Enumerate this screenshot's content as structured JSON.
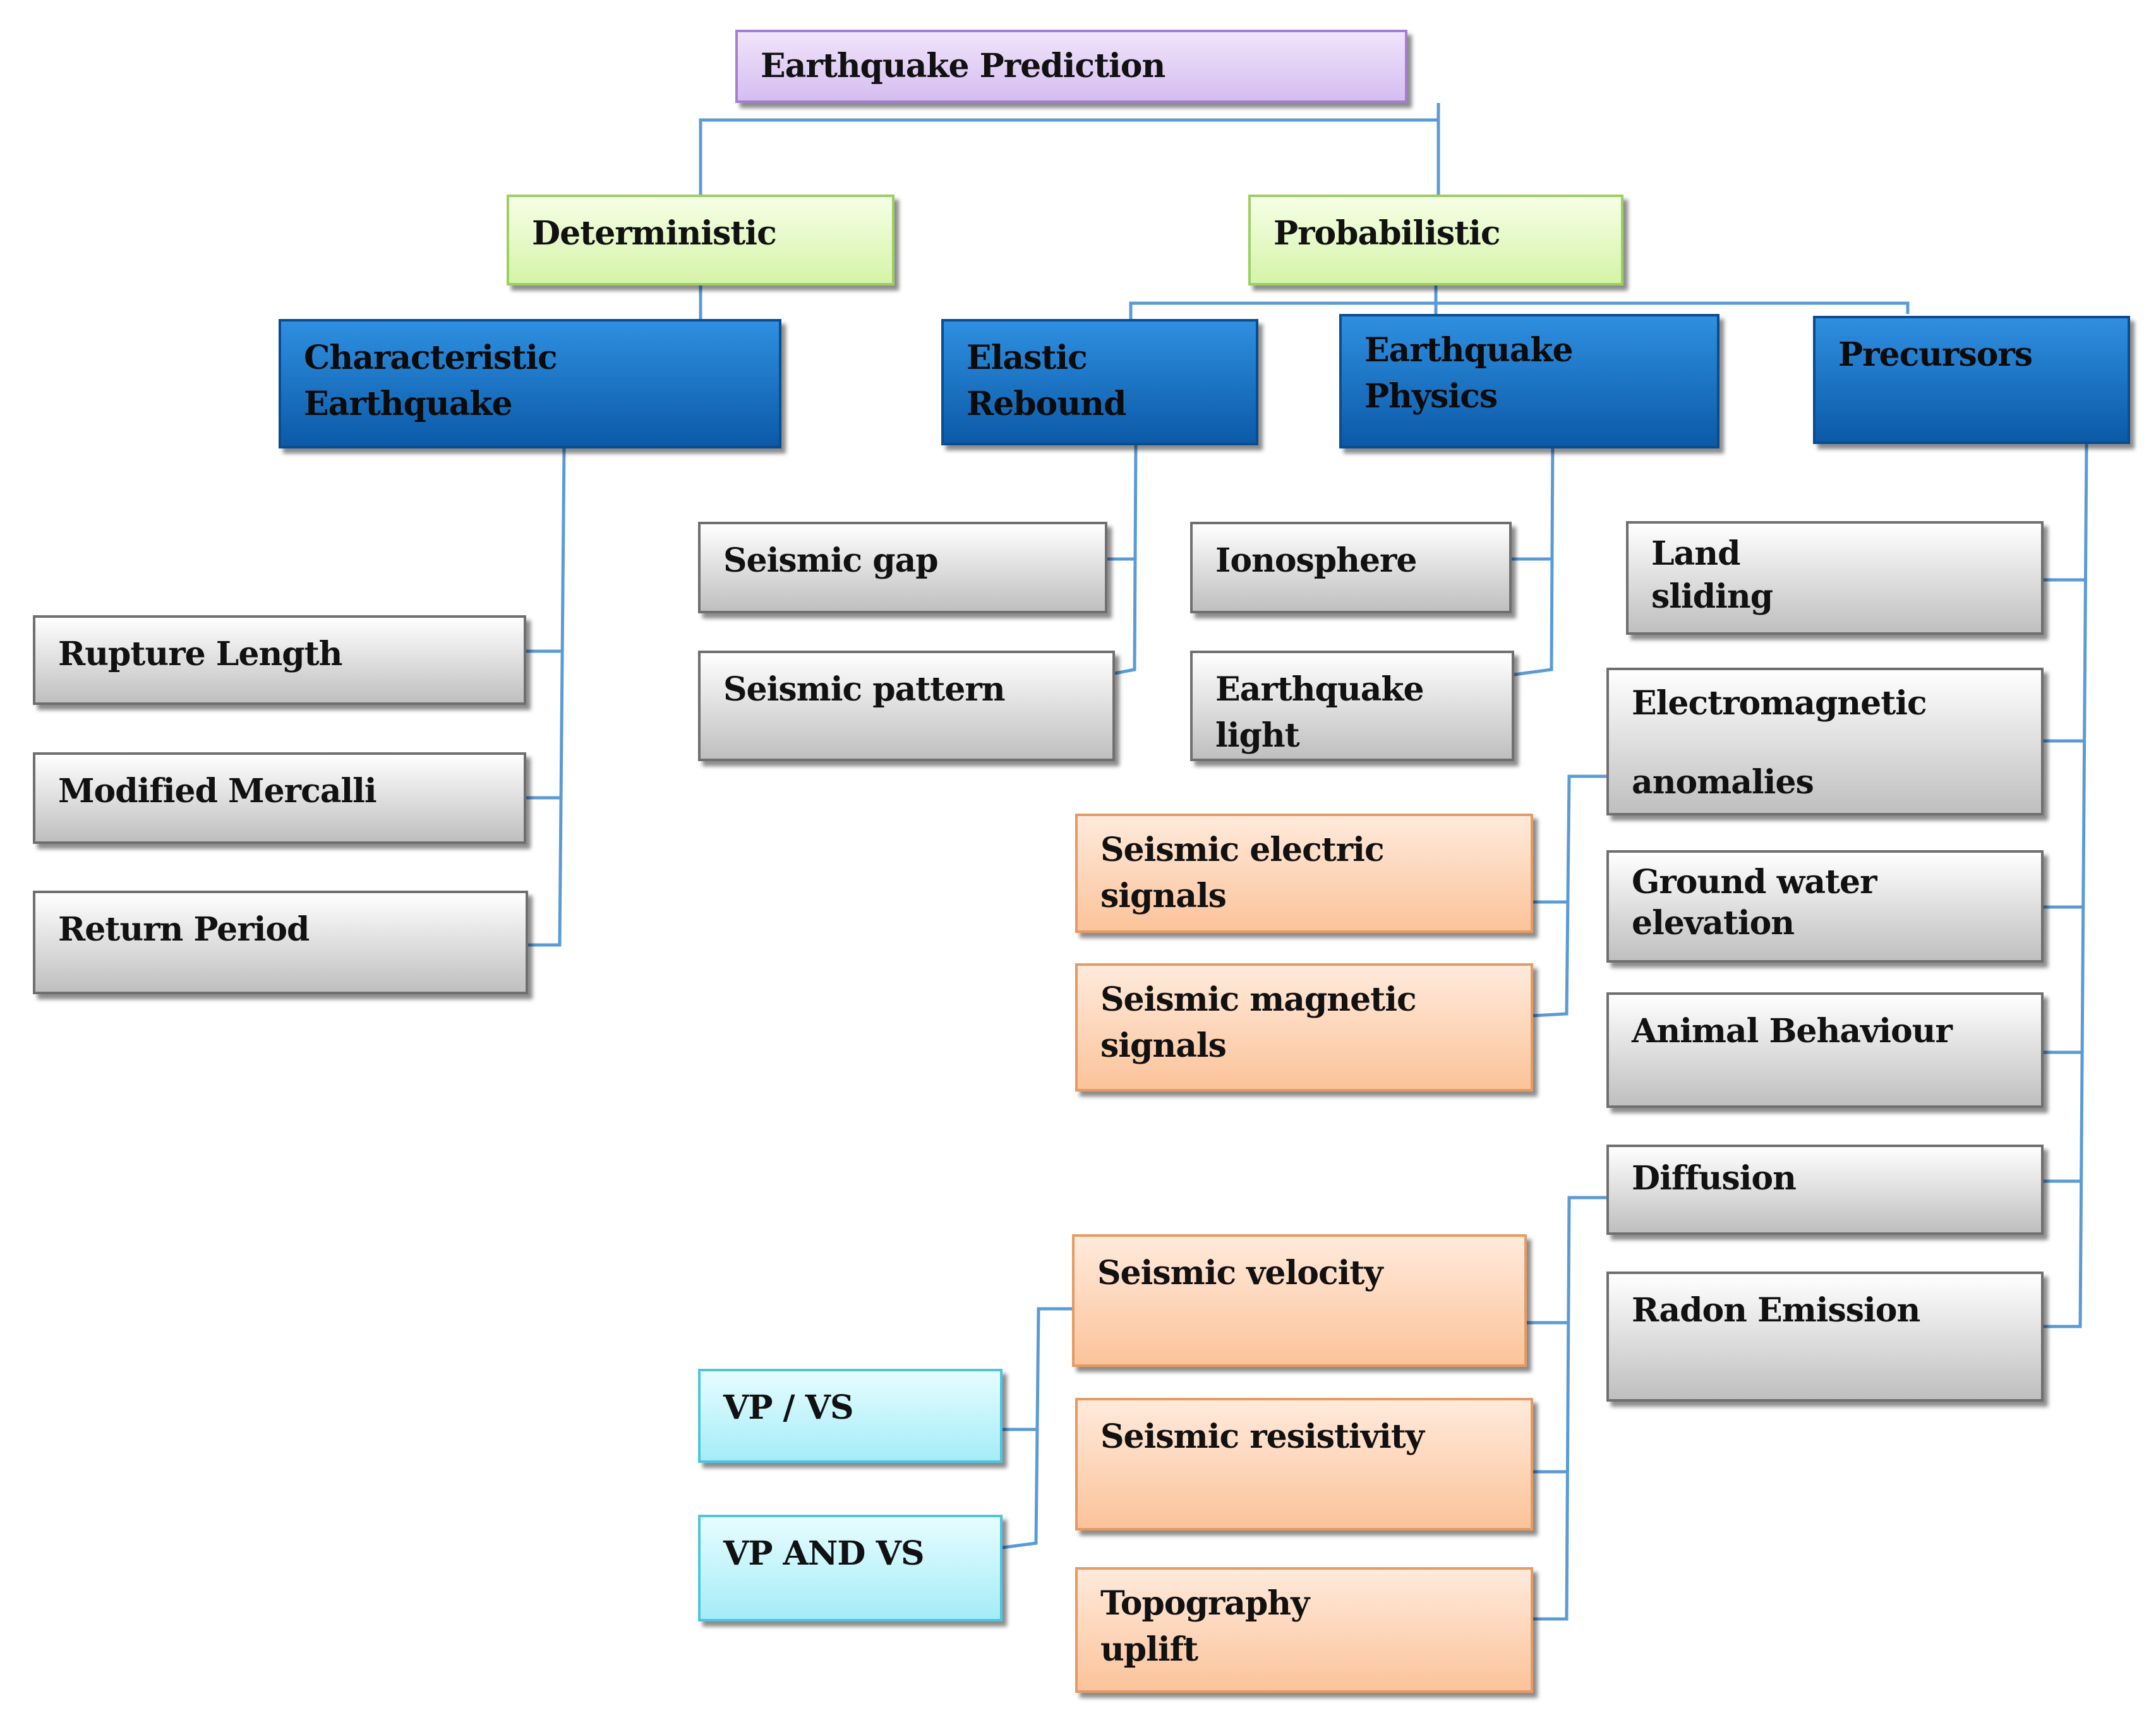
{
  "title": "Earthquake Prediction",
  "approaches": {
    "deterministic": "Deterministic",
    "probabilistic": "Probabilistic"
  },
  "methods": {
    "characteristic": "Characteristic\nEarthquake",
    "elastic": "Elastic\nRebound",
    "physics": "Earthquake\nPhysics",
    "precursors": "Precursors"
  },
  "deterministic_items": [
    "Rupture Length",
    "Modified Mercalli",
    "Return Period"
  ],
  "elastic_items": [
    "Seismic gap",
    "Seismic pattern"
  ],
  "physics_items": [
    "Ionosphere",
    "Earthquake\nlight"
  ],
  "precursor_items": [
    "Land\nsliding",
    "Electromagnetic\n\nanomalies",
    "Ground water\nelevation",
    "Animal Behaviour",
    "Diffusion",
    "Radon Emission"
  ],
  "em_items": [
    "Seismic electric\n   signals",
    "Seismic magnetic\n signals"
  ],
  "diffusion_items": [
    "Seismic velocity",
    "Seismic resistivity",
    "Topography\n uplift"
  ],
  "velocity_items": [
    "VP / VS",
    "VP AND VS"
  ],
  "colors": {
    "connector": "#5b9bd5",
    "root": "#d9c3f2",
    "approach": "#dff7b8",
    "method": "#1d72c6",
    "leaf": "#d0d0d0",
    "orange": "#fcd0b0",
    "cyan": "#bdf3fb"
  }
}
